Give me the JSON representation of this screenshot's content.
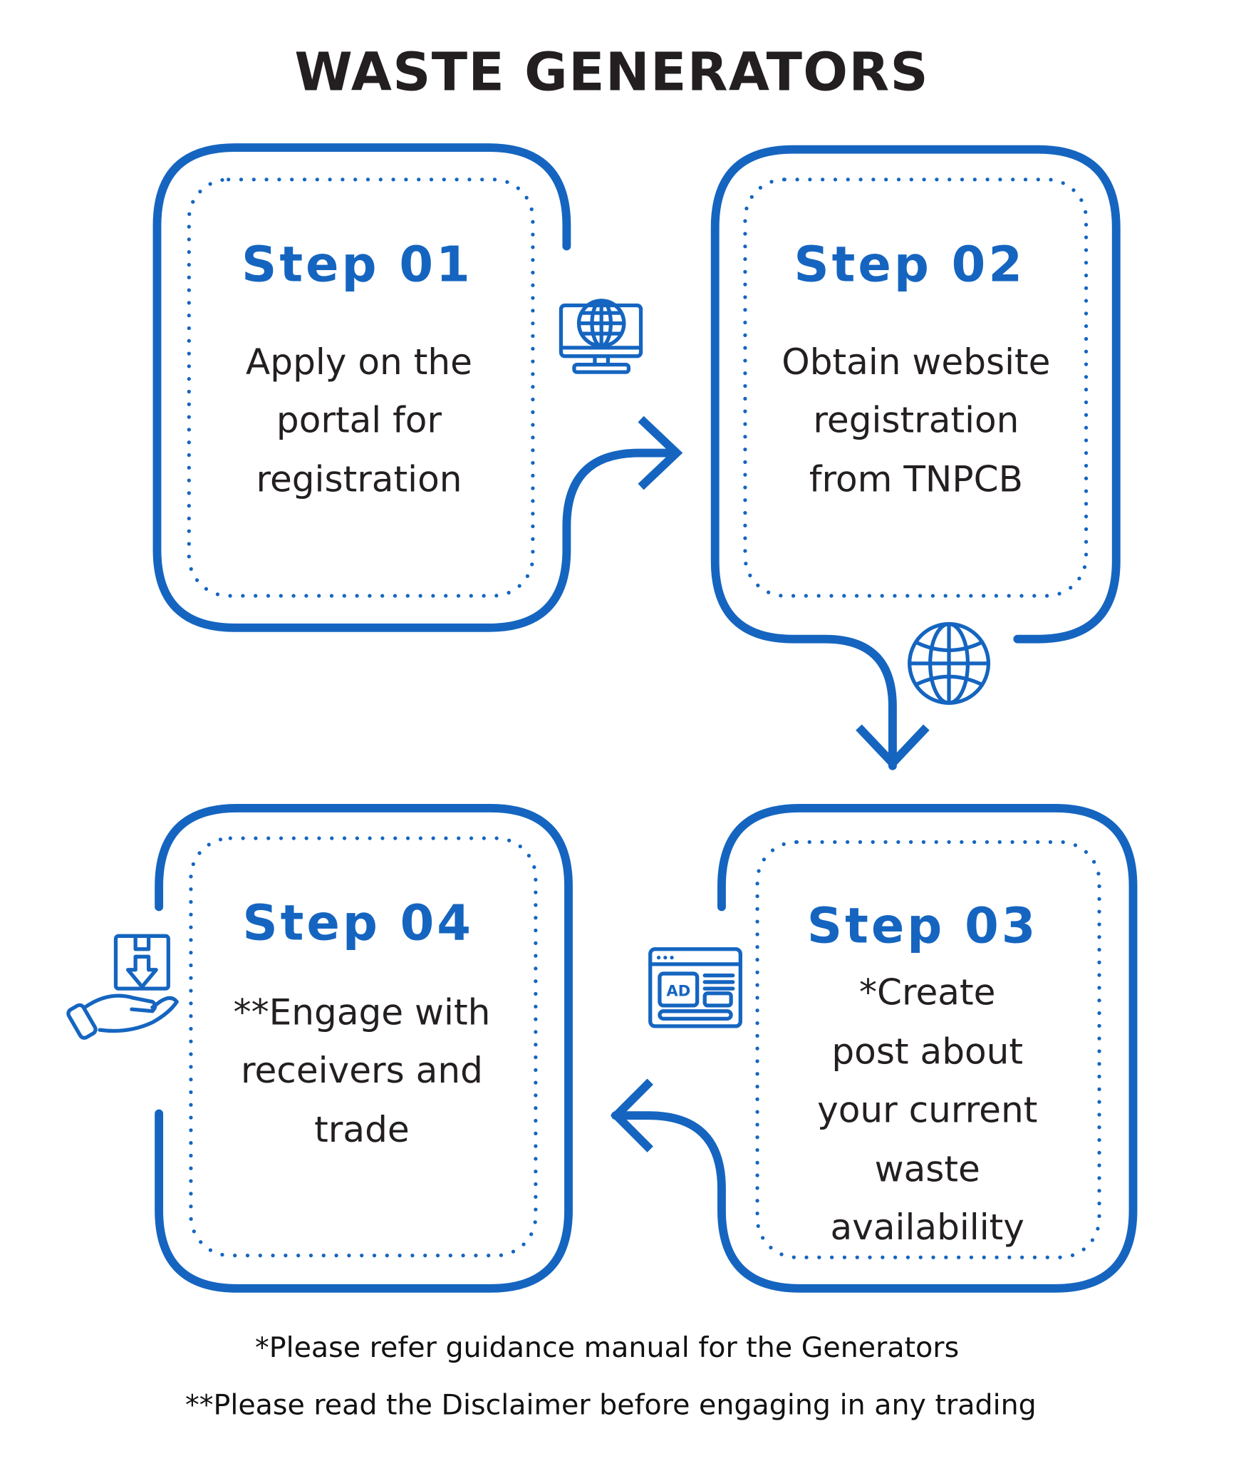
{
  "title": "WASTE GENERATORS",
  "colors": {
    "accent": "#1565C0",
    "text": "#231F20"
  },
  "steps": [
    {
      "label": "Step 01",
      "lines": [
        "Apply on the",
        "portal for",
        "registration"
      ],
      "icon": "computer-globe-icon"
    },
    {
      "label": "Step 02",
      "lines": [
        "Obtain website",
        "registration",
        "from TNPCB"
      ],
      "icon": "globe-icon"
    },
    {
      "label": "Step 03",
      "lines": [
        "*Create",
        "post about",
        "your current",
        "waste",
        "availability"
      ],
      "icon": "ad-browser-icon"
    },
    {
      "label": "Step 04",
      "lines": [
        "**Engage with",
        "receivers and",
        "trade"
      ],
      "icon": "hand-package-icon"
    }
  ],
  "notes": [
    "*Please refer guidance manual for the Generators",
    "**Please read the Disclaimer before engaging in any trading"
  ]
}
